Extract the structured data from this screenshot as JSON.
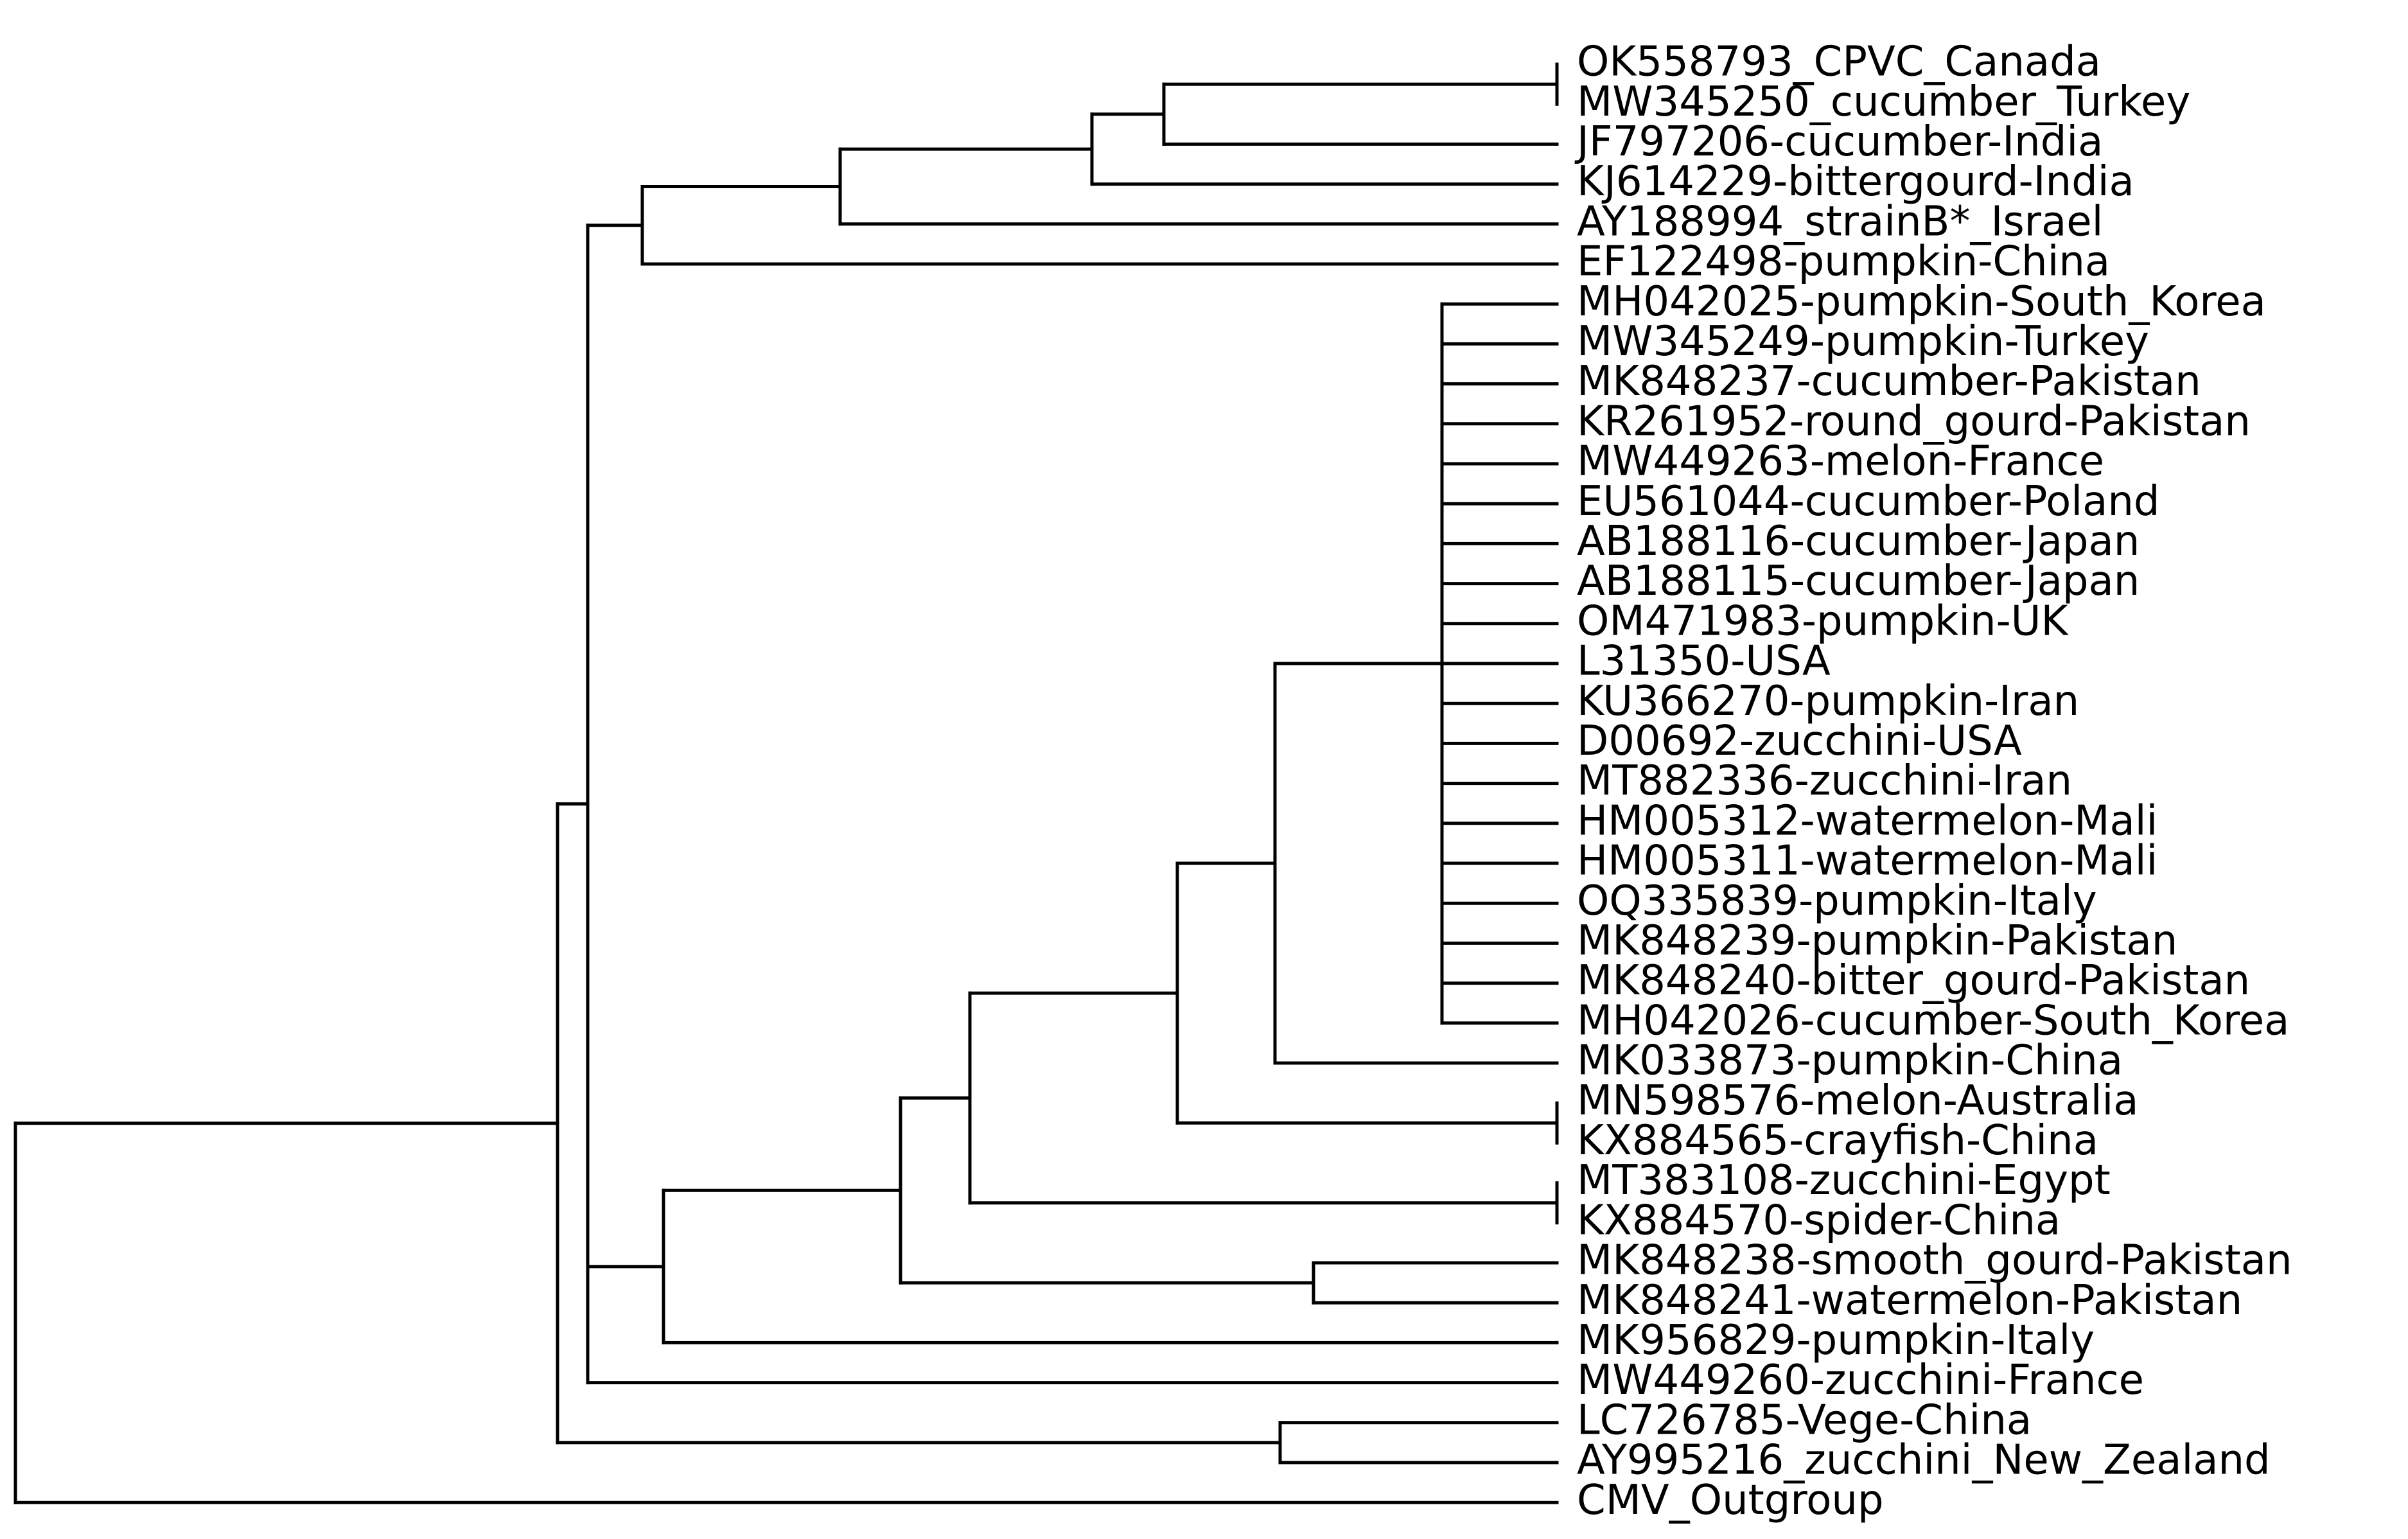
{
  "tree": {
    "label": "",
    "children": [
      {
        "label": "",
        "children": [
          {
            "label": "",
            "children": [
              {
                "label": "",
                "children": [
                  {
                    "label": "",
                    "children": [
                      {
                        "label": "",
                        "children": [
                          {
                            "label": "OK558793_CPVC_Canada"
                          },
                          {
                            "label": "MW345250_cucumber_Turkey"
                          }
                        ]
                      },
                      {
                        "label": "JF797206-cucumber-India"
                      }
                    ]
                  },
                  {
                    "label": "KJ614229-bittergourd-India"
                  }
                ]
              },
              {
                "label": "AY188994_strainB*_Israel"
              }
            ]
          },
          {
            "label": "EF122498-pumpkin-China"
          }
        ]
      },
      {
        "label": "",
        "children": [
          {
            "label": "",
            "children": [
              {
                "label": "",
                "children": [
                  {
                    "label": "",
                    "children": [
                      {
                        "label": "",
                        "children": [
                          {
                            "label": "",
                            "children": [
                              {
                                "label": "MH042025-pumpkin-South_Korea"
                              },
                              {
                                "label": "MW345249-pumpkin-Turkey"
                              },
                              {
                                "label": "MK848237-cucumber-Pakistan"
                              },
                              {
                                "label": "KR261952-round_gourd-Pakistan"
                              },
                              {
                                "label": "MW449263-melon-France"
                              },
                              {
                                "label": "EU561044-cucumber-Poland"
                              },
                              {
                                "label": "AB188116-cucumber-Japan"
                              },
                              {
                                "label": "AB188115-cucumber-Japan"
                              },
                              {
                                "label": "OM471983-pumpkin-UK"
                              },
                              {
                                "label": "L31350-USA"
                              },
                              {
                                "label": "KU366270-pumpkin-Iran"
                              },
                              {
                                "label": "D00692-zucchini-USA"
                              },
                              {
                                "label": "MT882336-zucchini-Iran"
                              },
                              {
                                "label": "HM005312-watermelon-Mali"
                              },
                              {
                                "label": "HM005311-watermelon-Mali"
                              },
                              {
                                "label": "OQ335839-pumpkin-Italy"
                              },
                              {
                                "label": "MK848239-pumpkin-Pakistan"
                              },
                              {
                                "label": "MK848240-bitter_gourd-Pakistan"
                              },
                              {
                                "label": "MH042026-cucumber-South_Korea"
                              }
                            ]
                          },
                          {
                            "label": "MK033873-pumpkin-China"
                          }
                        ]
                      },
                      {
                        "label": "",
                        "children": [
                          {
                            "label": "MN598576-melon-Australia"
                          },
                          {
                            "label": "KX884565-crayfish-China"
                          }
                        ]
                      }
                    ]
                  },
                  {
                    "label": "",
                    "children": [
                      {
                        "label": "MT383108-zucchini-Egypt"
                      },
                      {
                        "label": "KX884570-spider-China"
                      }
                    ]
                  }
                ]
              },
              {
                "label": "",
                "children": [
                  {
                    "label": "MK848238-smooth_gourd-Pakistan"
                  },
                  {
                    "label": "MK848241-watermelon-Pakistan"
                  }
                ]
              }
            ]
          },
          {
            "label": "MK956829-pumpkin-Italy"
          }
        ]
      },
      {
        "label": "MW449260-zucchini-France"
      }
    ]
  },
  "extra_clades": {
    "vege_zucchini": {
      "label": "",
      "children": [
        {
          "label": "LC726785-Vege-China"
        },
        {
          "label": "AY995216_zucchini_New_Zealand"
        }
      ]
    },
    "outgroup": {
      "label": "CMV_Outgroup"
    }
  }
}
